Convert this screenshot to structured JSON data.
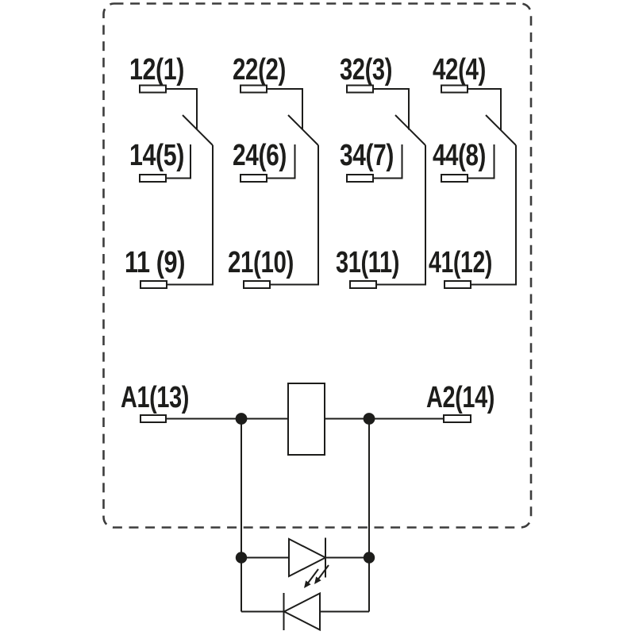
{
  "diagram": {
    "type": "relay-wiring-schematic",
    "colors": {
      "line": "#1d1d1b",
      "background": "#ffffff",
      "dashed_border": "#3c3c3c"
    },
    "poles": [
      {
        "nc_label": "12(1)",
        "no_label": "14(5)",
        "com_label": "11 (9)"
      },
      {
        "nc_label": "22(2)",
        "no_label": "24(6)",
        "com_label": "21(10)"
      },
      {
        "nc_label": "32(3)",
        "no_label": "34(7)",
        "com_label": "31(11)"
      },
      {
        "nc_label": "42(4)",
        "no_label": "44(8)",
        "com_label": "41(12)"
      }
    ],
    "coil": {
      "a1_label": "A1(13)",
      "a2_label": "A2(14)"
    }
  }
}
